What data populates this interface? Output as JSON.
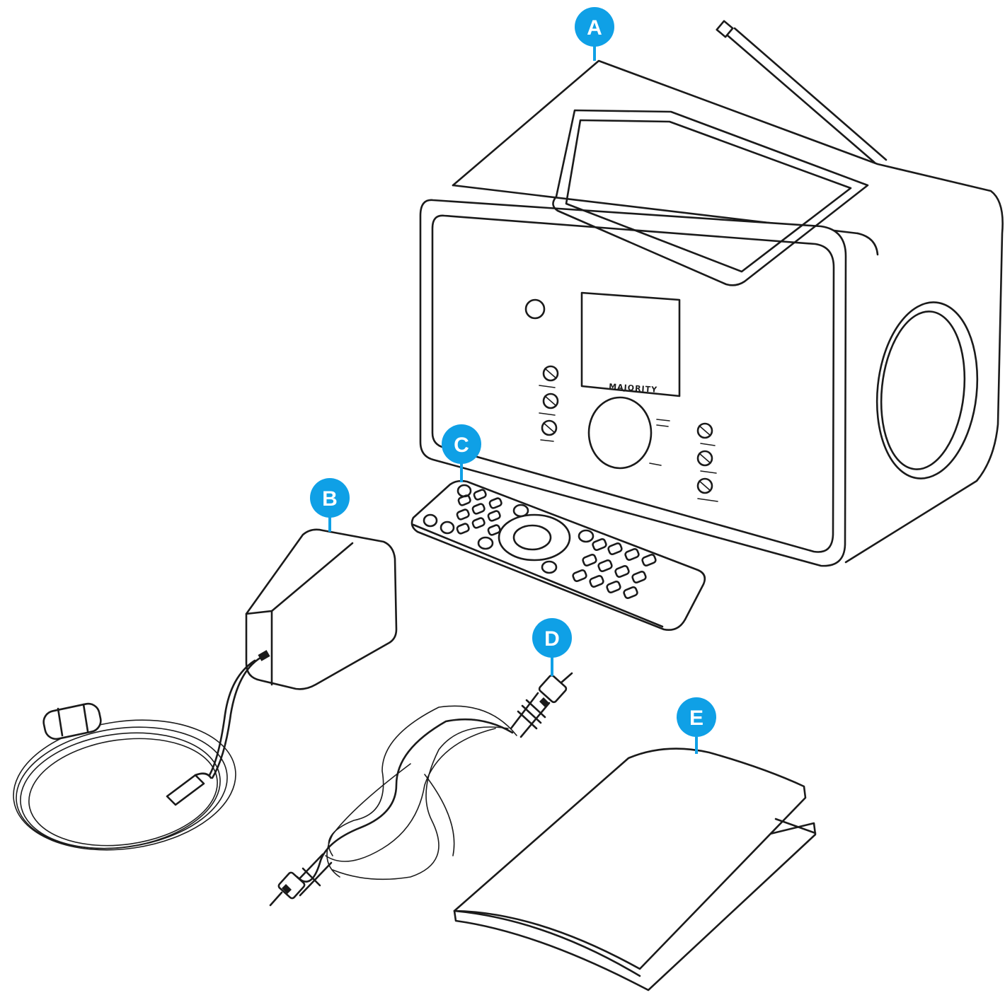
{
  "accent_color": "#0fa0e6",
  "callouts": [
    {
      "id": "A",
      "label": "A"
    },
    {
      "id": "B",
      "label": "B"
    },
    {
      "id": "C",
      "label": "C"
    },
    {
      "id": "D",
      "label": "D"
    },
    {
      "id": "E",
      "label": "E"
    }
  ],
  "radio": {
    "brand": "MAJORITY"
  },
  "icons": [
    "radio-icon",
    "power-adapter-icon",
    "remote-control-icon",
    "aux-cable-icon",
    "manual-booklet-icon"
  ]
}
